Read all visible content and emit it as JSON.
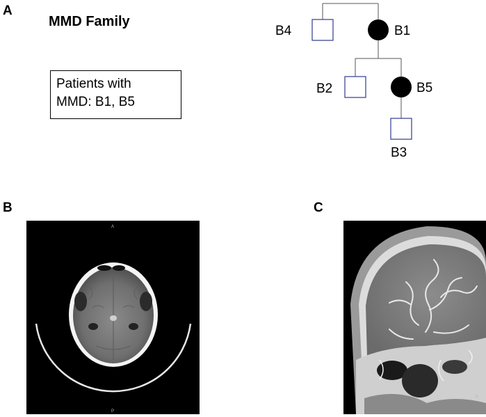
{
  "panels": {
    "a": {
      "label": "A",
      "title": "MMD Family",
      "note_line1": "Patients with",
      "note_line2": "MMD: B1, B5"
    },
    "b": {
      "label": "B",
      "scan_marker_top": "A",
      "scan_marker_bottom": "P"
    },
    "c": {
      "label": "C",
      "scan_marker_corner": "R"
    }
  },
  "pedigree": {
    "members": [
      {
        "id": "B4",
        "sex": "male",
        "affected": false
      },
      {
        "id": "B1",
        "sex": "female",
        "affected": true
      },
      {
        "id": "B2",
        "sex": "male",
        "affected": false
      },
      {
        "id": "B5",
        "sex": "female",
        "affected": true
      },
      {
        "id": "B3",
        "sex": "male",
        "affected": false
      }
    ],
    "colors": {
      "affected": "#000000",
      "unaffected_outline": "#2f3a8f",
      "line": "#555555"
    }
  }
}
